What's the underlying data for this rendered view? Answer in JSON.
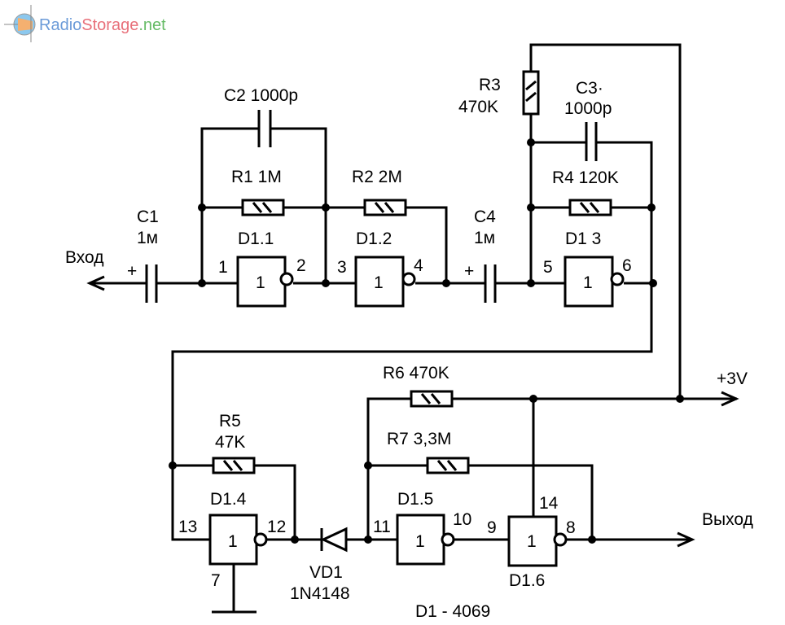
{
  "logo": {
    "part1": "Radio",
    "part2": "Storage",
    "part3": ".net",
    "colors": {
      "radio": "#6a9ad8",
      "storage": "#e8707a",
      "net": "#66bb66"
    }
  },
  "io": {
    "input": "Вход",
    "output": "Выход",
    "supply": "+3V",
    "plus": "+"
  },
  "components": {
    "C1": {
      "ref": "C1",
      "value": "1м"
    },
    "C2": {
      "label": "C2 1000p"
    },
    "R1": {
      "label": "R1 1M"
    },
    "R2": {
      "label": "R2 2M"
    },
    "C4": {
      "ref": "C4",
      "value": "1м"
    },
    "R3": {
      "ref": "R3",
      "value": "470K"
    },
    "C3": {
      "ref": "C3·",
      "value": "1000p"
    },
    "R4": {
      "label": "R4 120K"
    },
    "R5": {
      "ref": "R5",
      "value": "47K"
    },
    "R6": {
      "label": "R6  470K"
    },
    "R7": {
      "label": "R7 3,3M"
    },
    "VD1": {
      "ref": "VD1",
      "value": "1N4148"
    }
  },
  "gates": [
    {
      "name": "D1.1",
      "symbol": "1",
      "in": "1",
      "out": "2"
    },
    {
      "name": "D1.2",
      "symbol": "1",
      "in": "3",
      "out": "4"
    },
    {
      "name": "D1 3",
      "symbol": "1",
      "in": "5",
      "out": "6"
    },
    {
      "name": "D1.4",
      "symbol": "1",
      "in": "13",
      "out": "12",
      "gnd": "7"
    },
    {
      "name": "D1.5",
      "symbol": "1",
      "in": "11",
      "out": "10"
    },
    {
      "name": "D1.6",
      "symbol": "1",
      "in": "9",
      "out": "8",
      "vcc": "14"
    }
  ],
  "chip": "D1 - 4069"
}
